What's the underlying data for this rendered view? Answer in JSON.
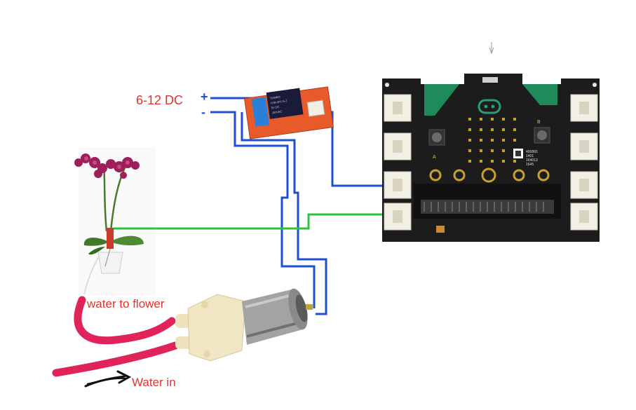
{
  "labels": {
    "supply": "6-12 DC",
    "plus": "+",
    "minus": "-",
    "water_to_flower": "water to flower",
    "water_in": "Water in"
  },
  "board": {
    "chip_lines": [
      "400865",
      "1401",
      "164013",
      "1645"
    ],
    "button_a": "A",
    "button_b": "B"
  },
  "relay": {
    "text_lines": [
      "TIANBO",
      "HJR-3FF-S-Z",
      "5V DC",
      "250VAC"
    ]
  },
  "colors": {
    "annotation_red": "#e8302a",
    "wire_blue": "#1f4fd1",
    "wire_green": "#2fc23a",
    "tube_pink": "#e0245a",
    "relay_board": "#e85a2a",
    "terminal_blue": "#2b7fd8",
    "board_black": "#1c1c1c",
    "board_green": "#1f8a5a",
    "connector_cream": "#f2efe4",
    "pump_cream": "#f1e6c4",
    "motor_metal": "#9a9a9a"
  },
  "icons": {
    "arrow": "hand-drawn-arrow-icon",
    "flower": "orchid-plant-icon",
    "pump": "water-pump-icon",
    "relay": "relay-module-icon",
    "board": "microbit-expansion-board-icon"
  }
}
